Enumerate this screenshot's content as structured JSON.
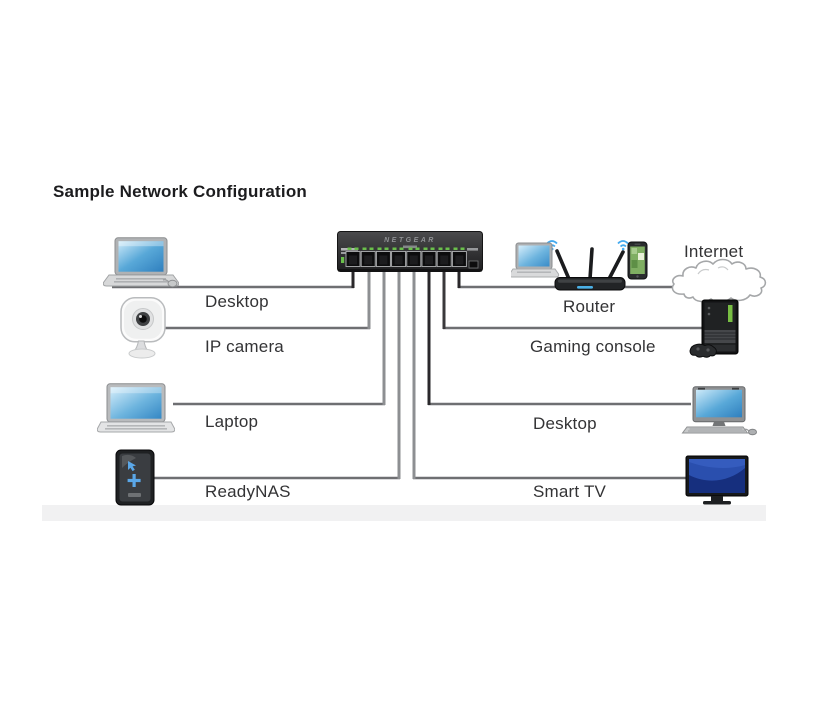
{
  "title": "Sample Network Configuration",
  "switch": {
    "brand": "NETGEAR",
    "port_count": 8
  },
  "devices": {
    "desktop_left": {
      "label": "Desktop"
    },
    "ip_camera": {
      "label": "IP camera"
    },
    "laptop": {
      "label": "Laptop"
    },
    "readynas": {
      "label": "ReadyNAS"
    },
    "router": {
      "label": "Router"
    },
    "internet": {
      "label": "Internet"
    },
    "gaming_console": {
      "label": "Gaming console"
    },
    "desktop_right": {
      "label": "Desktop"
    },
    "smart_tv": {
      "label": "Smart TV"
    }
  },
  "connections": [
    {
      "port": 1,
      "device": "Desktop (left)"
    },
    {
      "port": 2,
      "device": "IP camera"
    },
    {
      "port": 3,
      "device": "Laptop"
    },
    {
      "port": 4,
      "device": "ReadyNAS"
    },
    {
      "port": 5,
      "device": "Smart TV"
    },
    {
      "port": 6,
      "device": "Desktop (right)"
    },
    {
      "port": 7,
      "device": "Gaming console"
    },
    {
      "port": 8,
      "device": "Router / Internet"
    }
  ],
  "colors": {
    "line_gray": "#6e6f72",
    "cable_gray": "#8d8f92",
    "cable_dark": "#2a282b",
    "led_green": "#6abf4b",
    "wifi_blue": "#42a9ef",
    "screen_blue": "#58a8d8",
    "band_gray": "#f1f1f2"
  }
}
